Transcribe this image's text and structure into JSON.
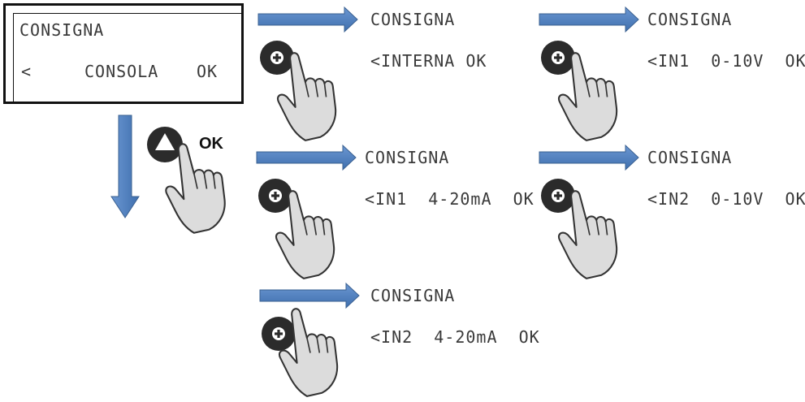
{
  "main": {
    "title": "CONSIGNA",
    "left_arrow": "<",
    "value": "CONSOLA",
    "ok": "OK"
  },
  "ok_button_label": "OK",
  "steps": [
    {
      "title": "CONSIGNA",
      "value": "<INTERNA OK"
    },
    {
      "title": "CONSIGNA",
      "value": "<IN1  0-10V  OK"
    },
    {
      "title": "CONSIGNA",
      "value": "<IN1  4-20mA  OK"
    },
    {
      "title": "CONSIGNA",
      "value": "<IN2  0-10V  OK"
    },
    {
      "title": "CONSIGNA",
      "value": "<IN2  4-20mA  OK"
    }
  ],
  "colors": {
    "arrow": "#4f7fc0",
    "arrow_stroke": "#3a6090",
    "button": "#2b2b2b",
    "hand_fill": "#d9d9d9"
  },
  "icons": {
    "plus_button": "plus-button-icon",
    "up_button": "up-arrow-button-icon",
    "hand": "pointing-hand-icon"
  }
}
